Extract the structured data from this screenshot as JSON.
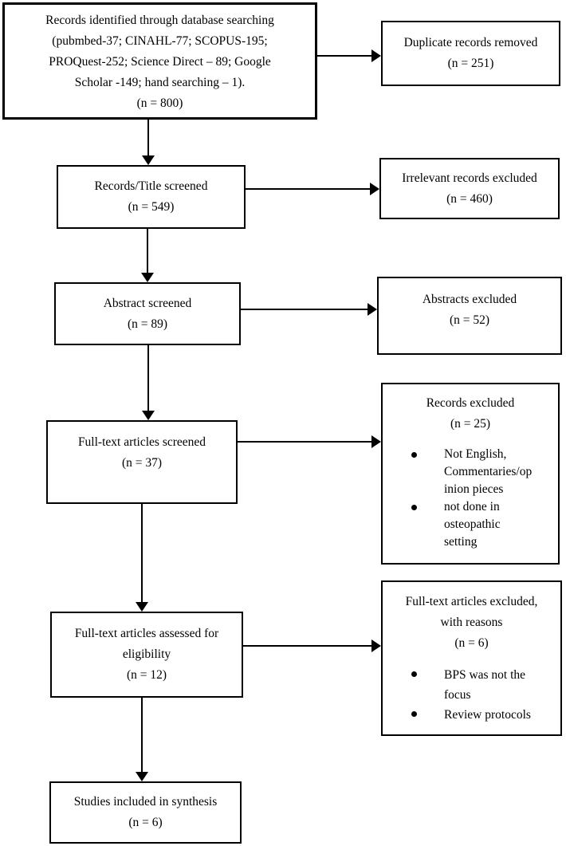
{
  "colors": {
    "border": "#000000",
    "background": "#ffffff",
    "text": "#000000"
  },
  "boxes": {
    "identification": {
      "lines": [
        "Records identified through database searching",
        "(pubmbed-37; CINAHL-77; SCOPUS-195;",
        "PROQuest-252; Science Direct – 89; Google",
        "Scholar -149; hand searching – 1).",
        "(n = 800)"
      ]
    },
    "duplicates_removed": {
      "lines": [
        "Duplicate records removed",
        "(n = 251)"
      ]
    },
    "records_title_screened": {
      "lines": [
        "Records/Title screened",
        "(n = 549)"
      ]
    },
    "irrelevant_excluded": {
      "lines": [
        "Irrelevant records excluded",
        "(n = 460)"
      ]
    },
    "abstract_screened": {
      "lines": [
        "Abstract screened",
        "(n = 89)"
      ]
    },
    "abstracts_excluded": {
      "lines": [
        "Abstracts excluded",
        "(n = 52)"
      ]
    },
    "fulltext_screened": {
      "lines": [
        "Full-text articles screened",
        "(n = 37)"
      ]
    },
    "records_excluded": {
      "title_lines": [
        "Records excluded",
        "(n = 25)"
      ],
      "bullets": [
        {
          "lines": [
            "Not English,",
            "Commentaries/op",
            "inion pieces"
          ]
        },
        {
          "lines": [
            "not done in",
            "osteopathic",
            "setting"
          ]
        }
      ]
    },
    "fulltext_assessed": {
      "lines": [
        "Full-text articles assessed for",
        "eligibility",
        "(n = 12)"
      ]
    },
    "fulltext_excluded": {
      "title_lines": [
        "Full-text articles excluded,",
        "with reasons",
        "(n = 6)"
      ],
      "bullets": [
        {
          "lines": [
            "BPS was not the",
            "focus"
          ]
        },
        {
          "lines": [
            "Review protocols"
          ]
        }
      ]
    },
    "included_synthesis": {
      "lines": [
        "Studies included in synthesis",
        "(n = 6)"
      ]
    }
  }
}
